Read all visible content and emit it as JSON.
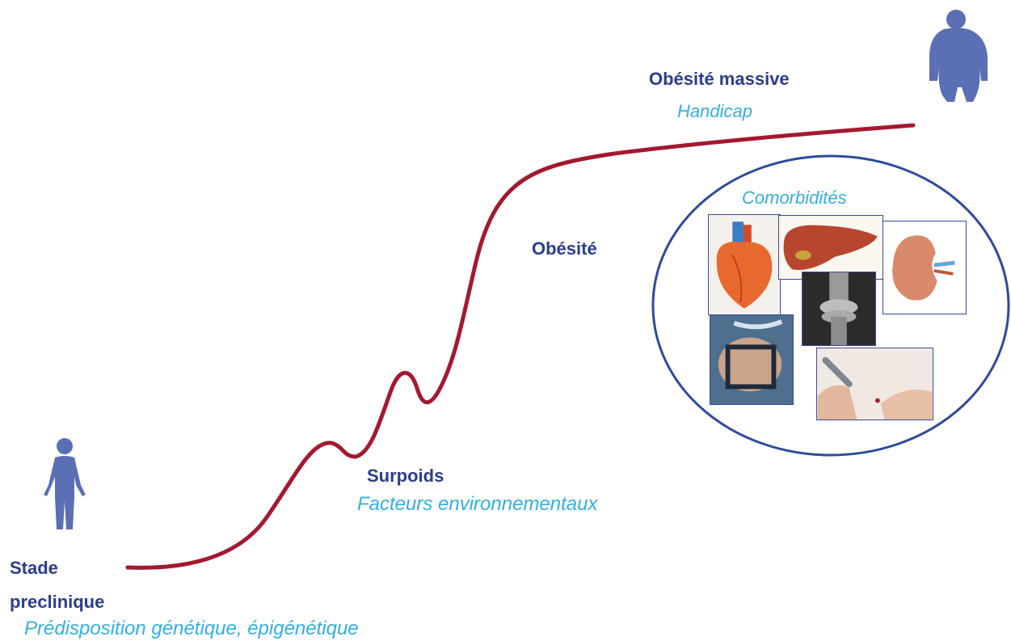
{
  "stages": {
    "preclinical": {
      "title_line1": "Stade",
      "title_line2": "preclinique",
      "factor": "Prédisposition génétique, épigénétique"
    },
    "overweight": {
      "title": "Surpoids",
      "factor": "Facteurs  environnementaux"
    },
    "obesity": {
      "title": "Obésité"
    },
    "massive_obesity": {
      "title": "Obésité massive",
      "factor": "Handicap"
    }
  },
  "comorbidities": {
    "title": "Comorbidités",
    "images": [
      "heart-image",
      "liver-image",
      "kidney-image",
      "knee-xray-image",
      "sleep-apnea-mask-image",
      "glucose-test-image"
    ]
  },
  "colors": {
    "curve": "#a3192f",
    "stage_title": "#2b3d8c",
    "factor_text": "#34aee3",
    "circle_border": "#2e4a9a",
    "figure": "#5b6fb4"
  }
}
